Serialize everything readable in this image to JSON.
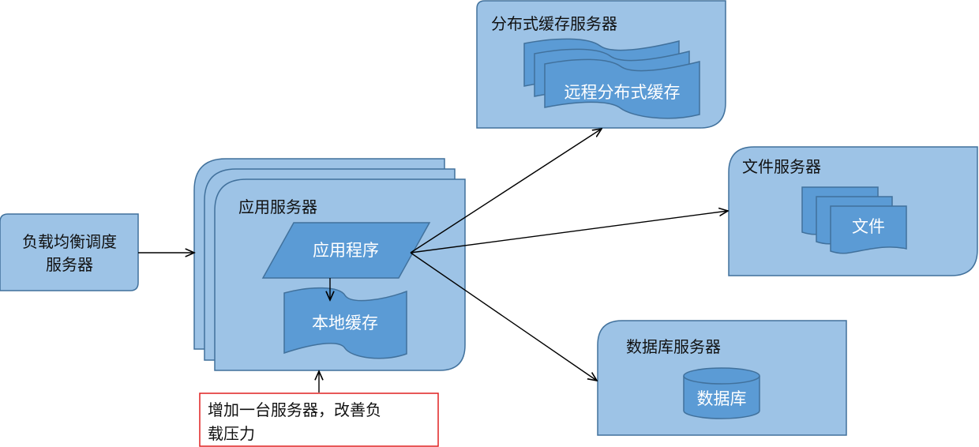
{
  "load_balancer": {
    "label_line1": "负载均衡调度",
    "label_line2": "服务器"
  },
  "app_server": {
    "title": "应用服务器",
    "app_program": "应用程序",
    "local_cache": "本地缓存"
  },
  "cache_server": {
    "title": "分布式缓存服务器",
    "item": "远程分布式缓存"
  },
  "file_server": {
    "title": "文件服务器",
    "item": "文件"
  },
  "db_server": {
    "title": "数据库服务器",
    "item": "数据库"
  },
  "note": {
    "line1": "增加一台服务器，改善负",
    "line2": "载压力"
  },
  "colors": {
    "box": "#9dc3e6",
    "shape": "#5b9bd5",
    "border": "#41719c",
    "note_border": "#e02020"
  }
}
